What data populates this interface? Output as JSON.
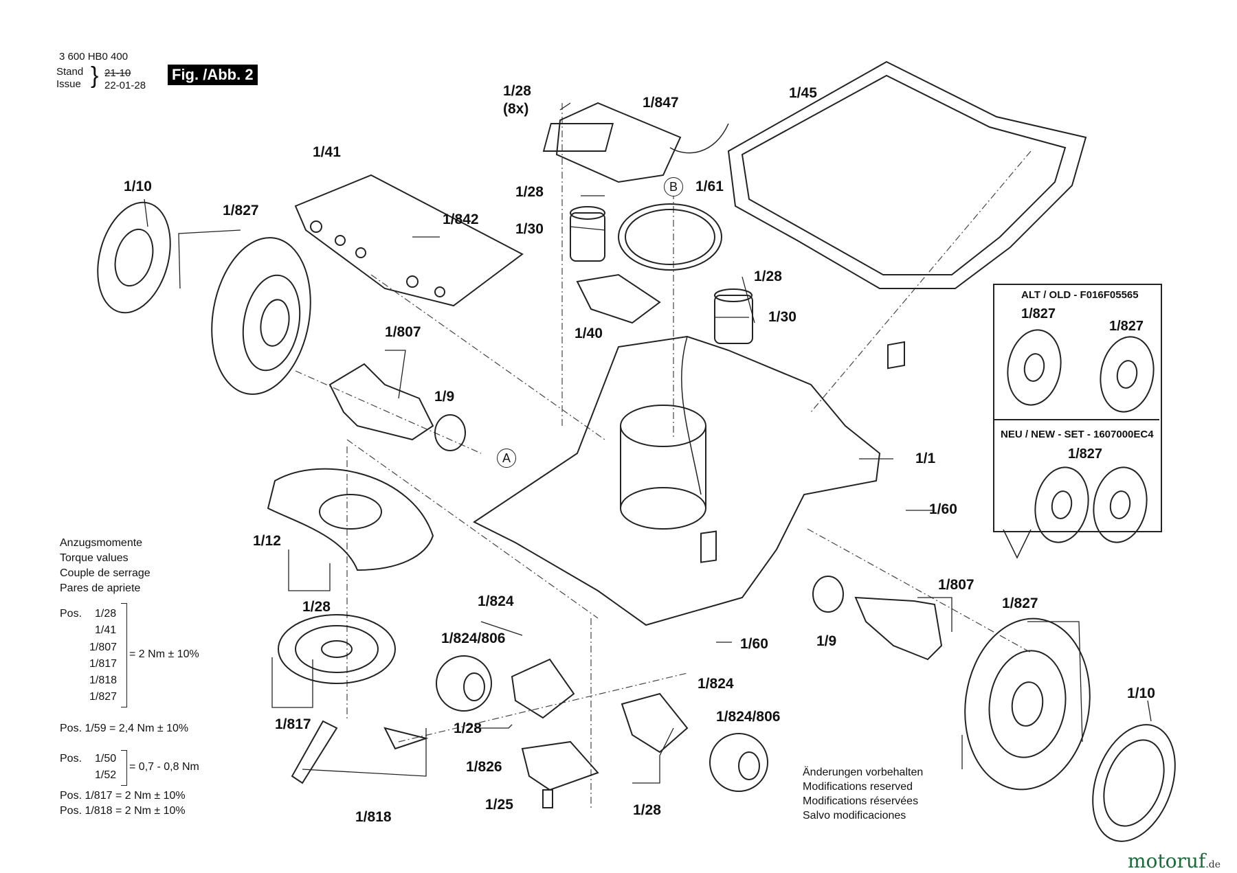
{
  "header": {
    "doc_number": "3 600 HB0 400",
    "stand_label": "Stand",
    "issue_label": "Issue",
    "stand_date": "21-10",
    "issue_date": "22-01-28",
    "figure_badge": "Fig. /Abb. 2"
  },
  "parts": {
    "p1_28_top": "1/28",
    "qty_8x": "(8x)",
    "p1_847": "1/847",
    "p1_45": "1/45",
    "p1_41": "1/41",
    "p1_10_left": "1/10",
    "p1_827_left": "1/827",
    "p1_842": "1/842",
    "p1_28_mid": "1/28",
    "p1_30_left": "1/30",
    "callout_b": "B",
    "p1_61": "1/61",
    "p1_28_right": "1/28",
    "p1_30_right": "1/30",
    "p1_40": "1/40",
    "p1_807_left": "1/807",
    "p1_9_left": "1/9",
    "callout_a": "A",
    "p1_1": "1/1",
    "p1_60_top": "1/60",
    "p1_12": "1/12",
    "p1_28_lower_left": "1/28",
    "p1_824_top": "1/824",
    "p1_824_806_left": "1/824/806",
    "p1_60_bottom": "1/60",
    "p1_9_right": "1/9",
    "p1_807_right": "1/807",
    "p1_827_right": "1/827",
    "p1_817": "1/817",
    "p1_28_center": "1/28",
    "p1_824_mid": "1/824",
    "p1_824_806_right": "1/824/806",
    "p1_826": "1/826",
    "p1_25": "1/25",
    "p1_28_bottom": "1/28",
    "p1_818": "1/818",
    "p1_10_right": "1/10"
  },
  "inset": {
    "old_title": "ALT / OLD - F016F05565",
    "old_part_a": "1/827",
    "old_part_b": "1/827",
    "new_title": "NEU / NEW - SET - 1607000EC4",
    "new_part": "1/827"
  },
  "torque": {
    "heading_de": "Anzugsmomente",
    "heading_en": "Torque values",
    "heading_fr": "Couple de serrage",
    "heading_ro": "Pares de apriete",
    "pos_label": "Pos.",
    "group1_parts": [
      "1/28",
      "1/41",
      "1/807",
      "1/817",
      "1/818",
      "1/827"
    ],
    "group1_value": "= 2 Nm  ± 10%",
    "row2": "Pos.   1/59   = 2,4 Nm  ± 10%",
    "group3_parts": [
      "1/50",
      "1/52"
    ],
    "group3_value": "= 0,7 - 0,8 Nm",
    "row4": "Pos. 1/817 = 2 Nm  ± 10%",
    "row5": "Pos. 1/818 = 2 Nm  ± 10%"
  },
  "notes": {
    "mod_de": "Änderungen vorbehalten",
    "mod_en": "Modifications reserved",
    "mod_fr": "Modifications réservées",
    "mod_es": "Salvo modificaciones"
  },
  "watermark": {
    "brand": "motoruf",
    "suffix": ".de",
    "brand_color": "#1a6b3a"
  }
}
